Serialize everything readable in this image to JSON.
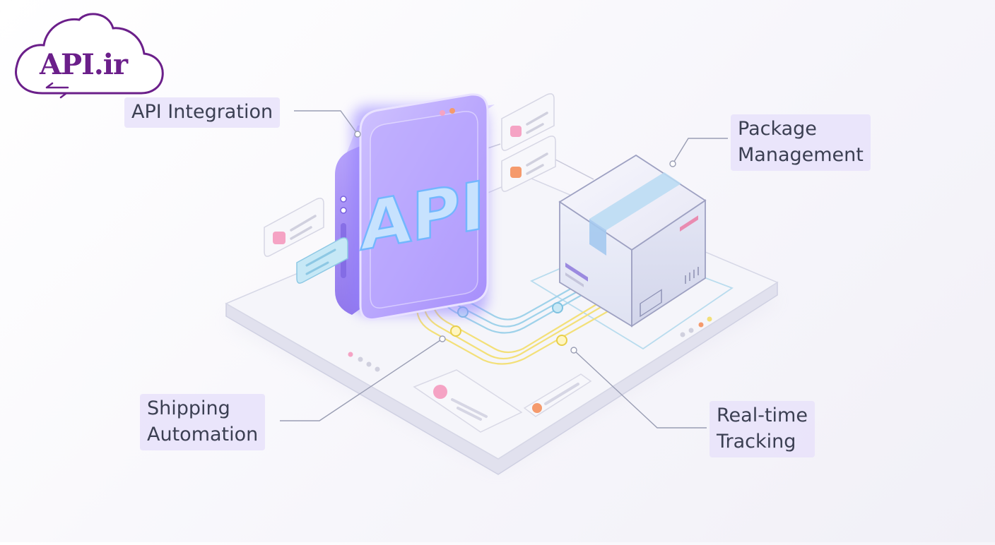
{
  "logo": {
    "text": "API.ir",
    "color": "#6b1f8a",
    "icon": "cloud-sync-icon"
  },
  "device": {
    "label": "API",
    "face_color": "#c6b8ff",
    "glow_color": "#8f7bff"
  },
  "callouts": {
    "api_integration": "API Integration",
    "package_management": [
      "Package",
      "Management"
    ],
    "shipping_automation": [
      "Shipping",
      "Automation"
    ],
    "real_time_tracking": [
      "Real-time",
      "Tracking"
    ]
  },
  "colors": {
    "label_bg": "#e8e2fa",
    "label_text": "#3b3f52",
    "connector_blue": "#9fd2ea",
    "connector_yellow": "#f3e079",
    "accent_pink": "#f5a3c4",
    "accent_orange": "#f59a6c",
    "platform": "#f3f3f8"
  }
}
